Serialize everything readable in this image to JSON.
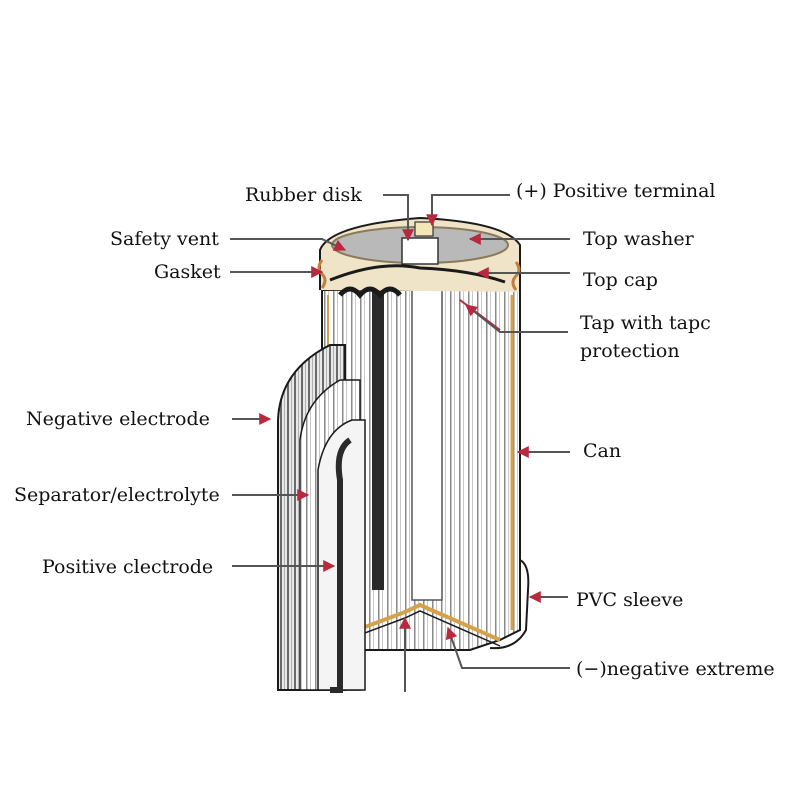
{
  "diagram": {
    "subject": "Cylindrical lithium-ion battery cross-section",
    "colors": {
      "leader_line": "#555555",
      "arrow": "#b8283f",
      "can_gold": "#d4a24a",
      "washer_gray": "#b9b9b9",
      "outline": "#1a1a1a"
    },
    "labels": {
      "rubber_disk": "Rubber disk",
      "positive_terminal": "(+) Positive terminal",
      "safety_vent": "Safety vent",
      "top_washer": "Top washer",
      "gasket": "Gasket",
      "top_cap": "Top cap",
      "tap_line1": "Tap with tapc",
      "tap_line2": "protection",
      "negative_electrode": "Negative electrode",
      "can": "Can",
      "separator": "Separator/electrolyte",
      "positive_electrode": "Positive clectrode",
      "pvc_sleeve": "PVC sleeve",
      "negative_extreme": "(−)negative extreme"
    }
  }
}
